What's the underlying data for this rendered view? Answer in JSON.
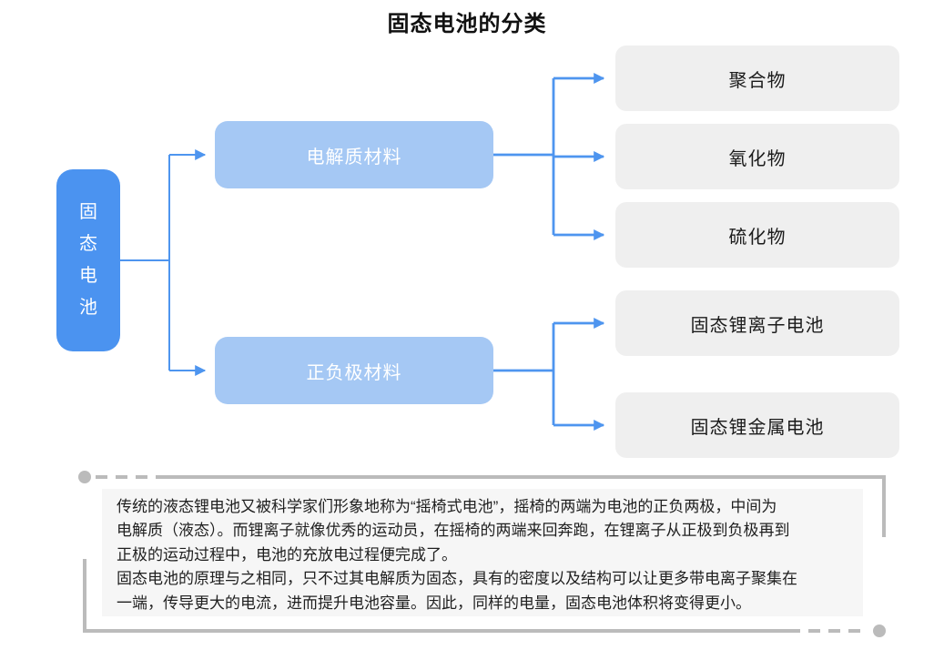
{
  "title": "固态电池的分类",
  "diagram": {
    "root": {
      "label": "固态电池",
      "chars": [
        "固",
        "态",
        "电",
        "池"
      ]
    },
    "branches": [
      {
        "label": "电解质材料",
        "children": [
          "聚合物",
          "氧化物",
          "硫化物"
        ]
      },
      {
        "label": "正负极材料",
        "children": [
          "固态锂离子电池",
          "固态锂金属电池"
        ]
      }
    ]
  },
  "note": {
    "lines": [
      "传统的液态锂电池又被科学家们形象地称为“摇椅式电池”，摇椅的两端为电池的正负两极，中间为",
      "电解质（液态）。而锂离子就像优秀的运动员，在摇椅的两端来回奔跑，在锂离子从正极到负极再到",
      "正极的运动过程中，电池的充放电过程便完成了。",
      "固态电池的原理与之相同，只不过其电解质为固态，具有的密度以及结构可以让更多带电离子聚集在",
      "一端，传导更大的电流，进而提升电池容量。因此，同样的电量，固态电池体积将变得更小。"
    ]
  },
  "colors": {
    "root_fill": "#4B93F0",
    "branch_fill": "#A5C8F4",
    "leaf_fill": "#EFEFEF",
    "connector": "#4E95EF",
    "frame": "#BBBBBB",
    "panel_fill": "#F6F6F6"
  }
}
